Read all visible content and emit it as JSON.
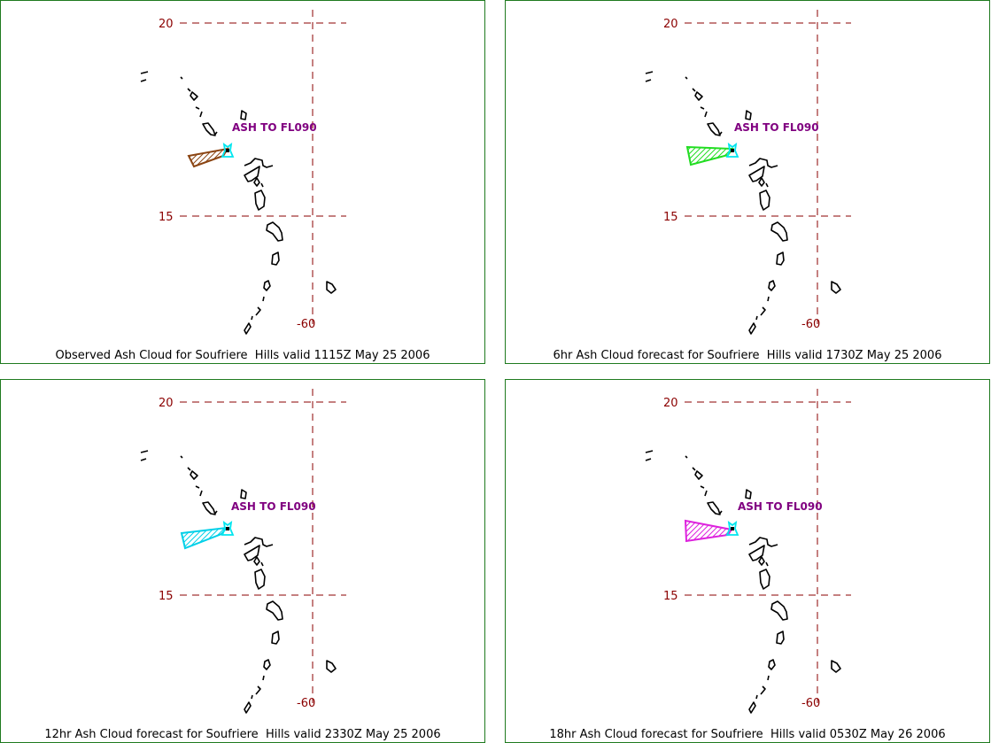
{
  "colors": {
    "border": "#1f7a1f",
    "gridline": "#8b0000",
    "coastline": "#000000",
    "volcano_marker": "#00e5ee",
    "ash_label": "#800080"
  },
  "grid_labels": {
    "lat_top": "20",
    "lat_mid": "15",
    "lon": "-60"
  },
  "panels": [
    {
      "caption": "Observed Ash Cloud for Soufriere  Hills valid 1115Z May 25 2006",
      "ash_label": "ASH TO FL090",
      "cloud_color": "#8b4513"
    },
    {
      "caption": "6hr Ash Cloud forecast for Soufriere  Hills valid 1730Z May 25 2006",
      "ash_label": "ASH TO FL090",
      "cloud_color": "#22dd22"
    },
    {
      "caption": "12hr Ash Cloud forecast for Soufriere  Hills valid 2330Z May 25 2006",
      "ash_label": "ASH TO FL090",
      "cloud_color": "#00d0e8"
    },
    {
      "caption": "18hr Ash Cloud forecast for Soufriere  Hills valid 0530Z May 26 2006",
      "ash_label": "ASH TO FL090",
      "cloud_color": "#dd22dd"
    }
  ]
}
